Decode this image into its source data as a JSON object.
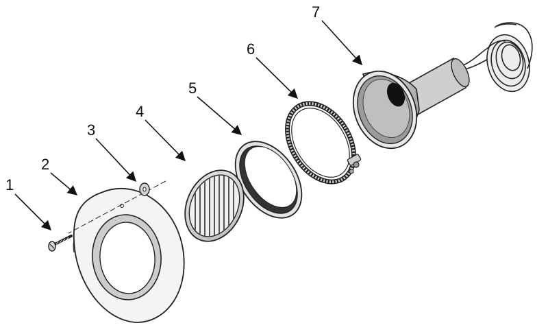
{
  "diagram": {
    "type": "exploded-parts-view",
    "callouts": [
      {
        "number": "1",
        "part": "screw"
      },
      {
        "number": "2",
        "part": "face-ring"
      },
      {
        "number": "3",
        "part": "washer"
      },
      {
        "number": "4",
        "part": "lens"
      },
      {
        "number": "5",
        "part": "gasket"
      },
      {
        "number": "6",
        "part": "clamp-band"
      },
      {
        "number": "7",
        "part": "lamp-housing-with-cord"
      }
    ]
  }
}
